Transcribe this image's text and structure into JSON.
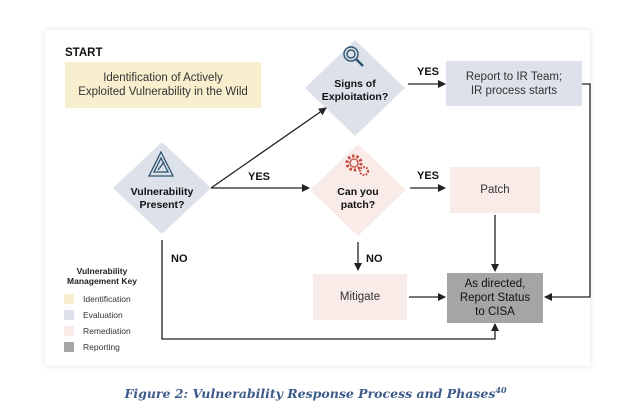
{
  "start_label": "START",
  "boxes": {
    "identification": "Identification of Actively\nExploited Vulnerability in the Wild",
    "report_ir": "Report to IR Team;\nIR process starts",
    "patch": "Patch",
    "mitigate": "Mitigate",
    "report_cisa": "As directed,\nReport Status\nto CISA"
  },
  "decisions": {
    "signs": "Signs of\nExploitation?",
    "present": "Vulnerability\nPresent?",
    "can_patch": "Can you\npatch?"
  },
  "edges": {
    "yes_signs": "YES",
    "yes_present": "YES",
    "yes_patch": "YES",
    "no_present": "NO",
    "no_patch": "NO"
  },
  "key": {
    "title": "Vulnerability\nManagement Key",
    "items": [
      {
        "label": "Identification",
        "color": "#f8efcf"
      },
      {
        "label": "Evaluation",
        "color": "#dde2ea"
      },
      {
        "label": "Remediation",
        "color": "#f8ebe8"
      },
      {
        "label": "Reporting",
        "color": "#a3a5a7"
      }
    ]
  },
  "colors": {
    "identification": "#f8efcf",
    "evaluation": "#dde2ea",
    "remediation": "#f8ebe8",
    "reporting": "#a3a5a7",
    "icon": "#2c5270",
    "gear_icon": "#c7483d"
  },
  "caption": {
    "text": "Figure 2: Vulnerability Response Process and Phases",
    "sup": "40"
  }
}
